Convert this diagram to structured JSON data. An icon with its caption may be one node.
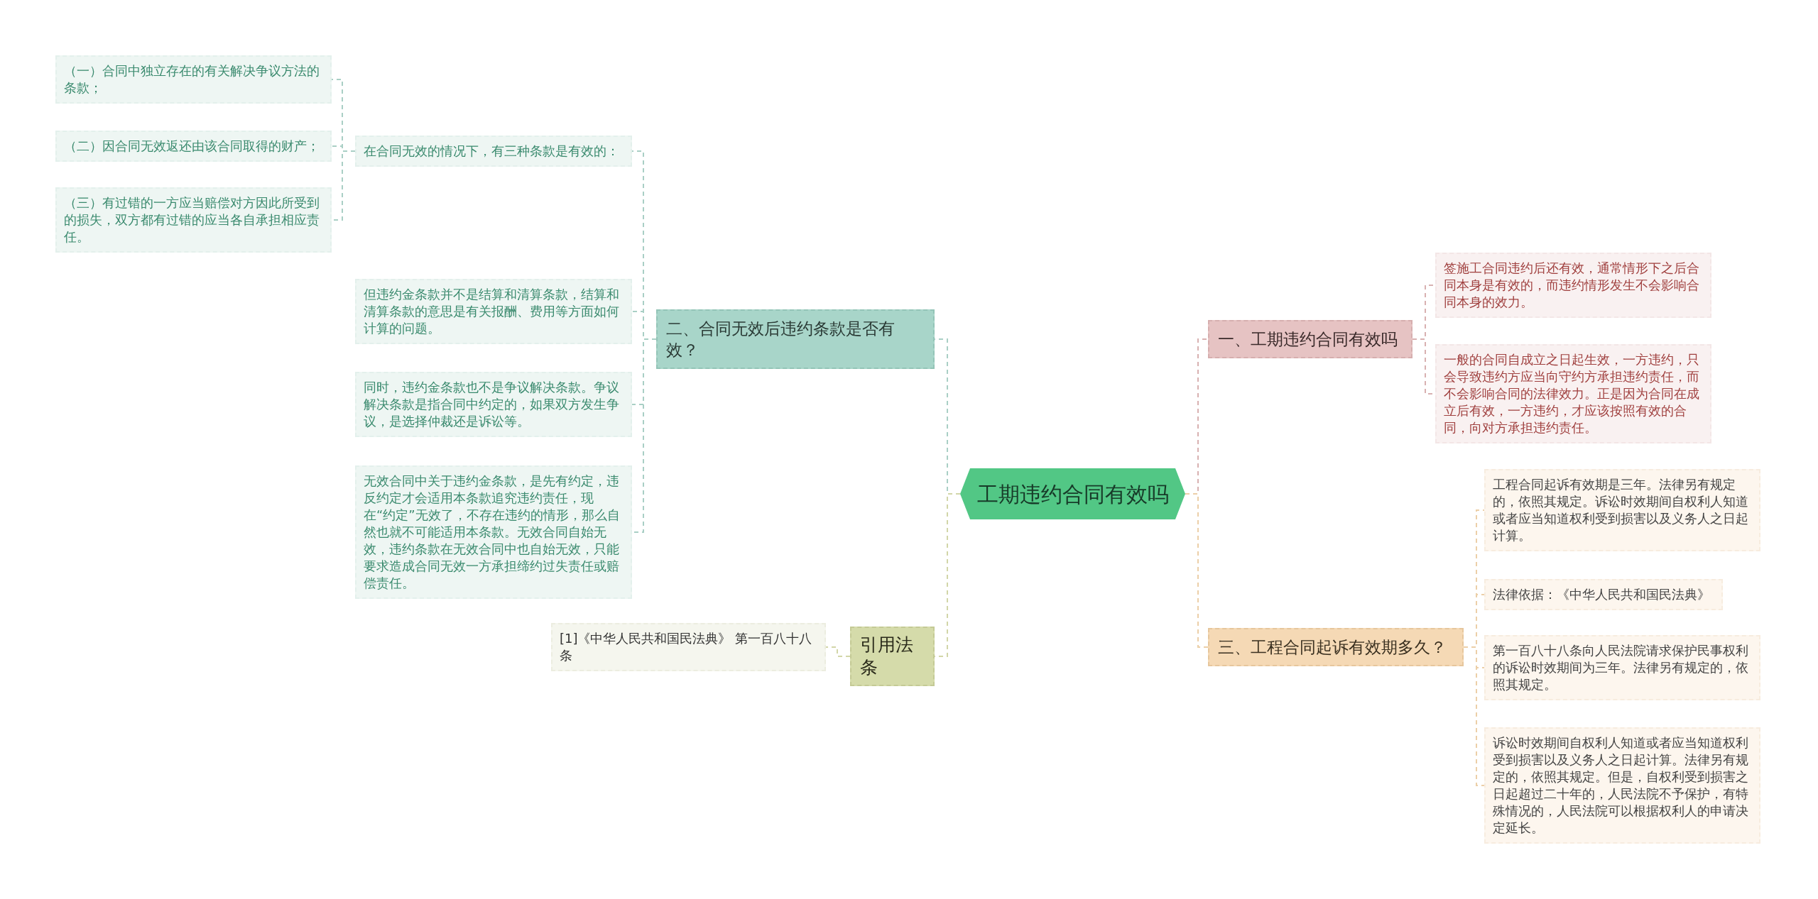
{
  "diagram": {
    "nodes": [
      {
        "text": [
          "工期违约合同有效吗"
        ]
      },
      {
        "text": [
          "二、合同无效后违约条款是否有效？"
        ]
      },
      {
        "text": [
          "在合同无效的情况下，有三种条款是有效的："
        ]
      },
      {
        "text": [
          "（一）合同中独立存在的有关解决争议方法的条款；"
        ]
      },
      {
        "text": [
          "（二）因合同无效返还由该合同取得的财产；"
        ]
      },
      {
        "text": [
          "（三）有过错的一方应当赔偿对方因此所受到的损失，双方都有过错的应当各自承担相应责任。"
        ]
      },
      {
        "text": [
          "但违约金条款并不是结算和清算条款，结算和清算条款的意思是有关报酬、费用等方面如何计算的问题。"
        ]
      },
      {
        "text": [
          "同时，违约金条款也不是争议解决条款。争议解决条款是指合同中约定的，如果双方发生争议，是选择仲裁还是诉讼等。"
        ]
      },
      {
        "text": [
          "无效合同中关于违约金条款，是先有约定，违反约定才会适用本条款追究违约责任，现在“约定”无效了，不存在违约的情形，那么自然也就不可能适用本条款。无效合同自始无效，违约条款在无效合同中也自始无效，只能要求造成合同无效一方承担缔约过失责任或赔偿责任。"
        ]
      },
      {
        "text": [
          "引用法条"
        ]
      },
      {
        "text": [
          "[1]《中华人民共和国民法典》 第一百八十八条"
        ]
      },
      {
        "text": [
          "一、工期违约合同有效吗"
        ]
      },
      {
        "text": [
          "签施工合同违约后还有效，通常情形下之后合同本身是有效的，而违约情形发生不会影响合同本身的效力。"
        ]
      },
      {
        "text": [
          "一般的合同自成立之日起生效，一方违约，只会导致违约方应当向守约方承担违约责任，而不会影响合同的法律效力。正是因为合同在成立后有效，一方违约，才应该按照有效的合同，向对方承担违约责任。"
        ]
      },
      {
        "text": [
          "三、工程合同起诉有效期多久？"
        ]
      },
      {
        "text": [
          "工程合同起诉有效期是三年。法律另有规定的，依照其规定。诉讼时效期间自权利人知道或者应当知道权利受到损害以及义务人之日起计算。"
        ]
      },
      {
        "text": [
          "法律依据：《中华人民共和国民法典》"
        ]
      },
      {
        "text": [
          "第一百八十八条向人民法院请求保护民事权利的诉讼时效期间为三年。法律另有规定的，依照其规定。"
        ]
      },
      {
        "text": [
          "诉讼时效期间自权利人知道或者应当知道权利受到损害以及义务人之日起计算。法律另有规定的，依照其规定。但是，自权利受到损害之日起超过二十年的，人民法院不予保护，有特殊情况的，人民法院可以根据权利人的申请决定延长。"
        ]
      }
    ],
    "edges": [
      {
        "from": 0,
        "to": 1,
        "arrow": "none",
        "style": "dashed"
      },
      {
        "from": 1,
        "to": 2,
        "arrow": "none",
        "style": "dashed"
      },
      {
        "from": 2,
        "to": 3,
        "arrow": "none",
        "style": "dashed"
      },
      {
        "from": 2,
        "to": 4,
        "arrow": "none",
        "style": "dashed"
      },
      {
        "from": 2,
        "to": 5,
        "arrow": "none",
        "style": "dashed"
      },
      {
        "from": 1,
        "to": 6,
        "arrow": "none",
        "style": "dashed"
      },
      {
        "from": 1,
        "to": 7,
        "arrow": "none",
        "style": "dashed"
      },
      {
        "from": 1,
        "to": 8,
        "arrow": "none",
        "style": "dashed"
      },
      {
        "from": 0,
        "to": 9,
        "arrow": "none",
        "style": "dashed",
        "color": "#d2d6a8"
      },
      {
        "from": 9,
        "to": 10,
        "arrow": "none",
        "style": "dashed",
        "color": "#d2d6a8"
      },
      {
        "from": 0,
        "to": 11,
        "arrow": "none",
        "style": "dashed",
        "color": "#d8b1b1"
      },
      {
        "from": 11,
        "to": 12,
        "arrow": "none",
        "style": "dashed",
        "color": "#d8b1b1"
      },
      {
        "from": 11,
        "to": 13,
        "arrow": "none",
        "style": "dashed",
        "color": "#d8b1b1"
      },
      {
        "from": 0,
        "to": 14,
        "arrow": "none",
        "style": "dashed",
        "color": "#eccfa8"
      },
      {
        "from": 14,
        "to": 15,
        "arrow": "none",
        "style": "dashed",
        "color": "#eccfa8"
      },
      {
        "from": 14,
        "to": 16,
        "arrow": "none",
        "style": "dashed",
        "color": "#eccfa8"
      },
      {
        "from": 14,
        "to": 17,
        "arrow": "none",
        "style": "dashed",
        "color": "#eccfa8"
      },
      {
        "from": 14,
        "to": 18,
        "arrow": "none",
        "style": "dashed",
        "color": "#eccfa8"
      }
    ]
  }
}
